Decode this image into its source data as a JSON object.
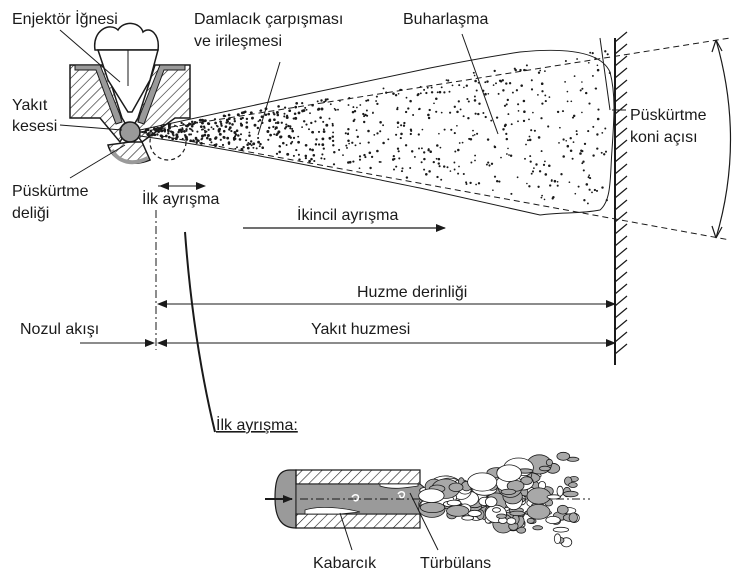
{
  "labels": {
    "injector_needle": "Enjektör İğnesi",
    "droplet_collision": "Damlacık çarpışması",
    "droplet_growth": "ve irileşmesi",
    "evaporation": "Buharlaşma",
    "fuel_sac_1": "Yakıt",
    "fuel_sac_2": "kesesi",
    "spray_hole_1": "Püskürtme",
    "spray_hole_2": "deliği",
    "primary_breakup": "İlk ayrışma",
    "secondary_breakup": "İkincil ayrışma",
    "cone_angle_1": "Püskürtme",
    "cone_angle_2": "koni açısı",
    "penetration_depth": "Huzme derinliği",
    "nozzle_flow": "Nozul akışı",
    "fuel_jet": "Yakıt huzmesi",
    "primary_breakup_detail": "İlk ayrışma:",
    "bubble": "Kabarcık",
    "turbulence": "Türbülans"
  },
  "colors": {
    "ink": "#1a1a1a",
    "nozzle_fill": "#9a9a9a",
    "droplet_fill": "#a8a8a8"
  }
}
